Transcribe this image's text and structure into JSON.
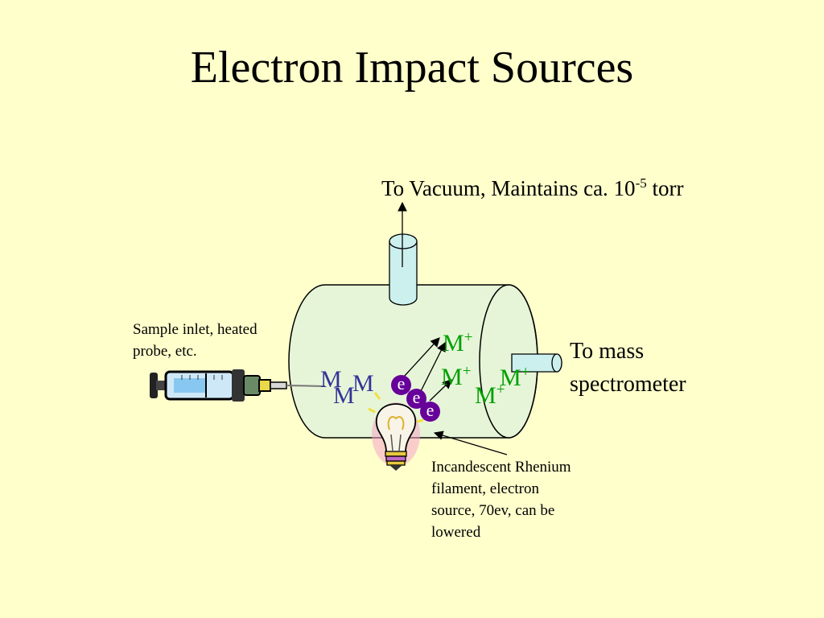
{
  "title": "Electron Impact Sources",
  "labels": {
    "vacuum_text": "To Vacuum, Maintains ca. 10",
    "vacuum_exponent": "-5",
    "vacuum_unit": " torr",
    "sample_inlet_line1": "Sample inlet, heated",
    "sample_inlet_line2": "probe, etc.",
    "mass_spec_line1": "To mass",
    "mass_spec_line2": "spectrometer",
    "filament_line1": "Incandescent Rhenium",
    "filament_line2": "filament, electron",
    "filament_line3": "source, 70ev, can be",
    "filament_line4": "lowered"
  },
  "particles": {
    "molecule": "M",
    "ion": "M",
    "ion_charge": "+",
    "electron": "e"
  },
  "colors": {
    "background": "#ffffcc",
    "chamber_fill": "#e6f5d8",
    "tube_fill": "#ccf0ee",
    "molecule": "#333399",
    "ion": "#00a000",
    "electron": "#660099"
  }
}
